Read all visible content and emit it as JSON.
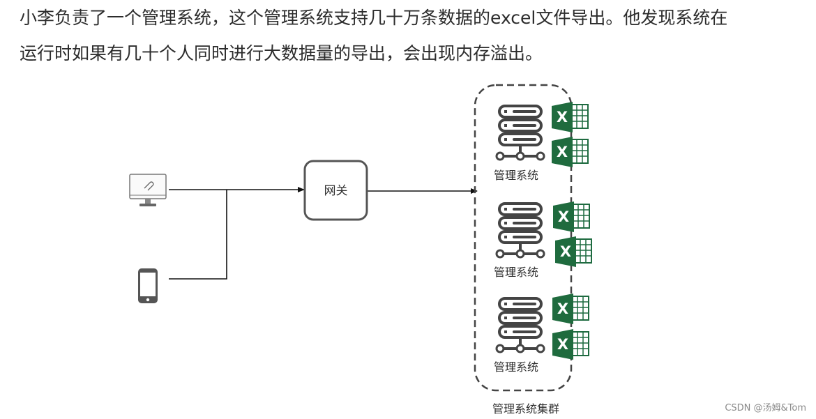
{
  "article": {
    "line1": "小李负责了一个管理系统，这个管理系统支持几十万条数据的excel文件导出。他发现系统在",
    "line2": "运行时如果有几十个人同时进行大数据量的导出，会出现内存溢出。"
  },
  "diagram": {
    "clients": [
      {
        "icon": "desktop-monitor-icon"
      },
      {
        "icon": "mobile-phone-icon"
      }
    ],
    "gateway_label": "网关",
    "cluster_label": "管理系统集群",
    "servers": [
      {
        "label": "管理系统",
        "files": [
          "X",
          "X"
        ]
      },
      {
        "label": "管理系统",
        "files": [
          "X",
          "X"
        ]
      },
      {
        "label": "管理系统",
        "files": [
          "X",
          "X"
        ]
      }
    ]
  },
  "watermark": "CSDN @汤姆&Tom"
}
